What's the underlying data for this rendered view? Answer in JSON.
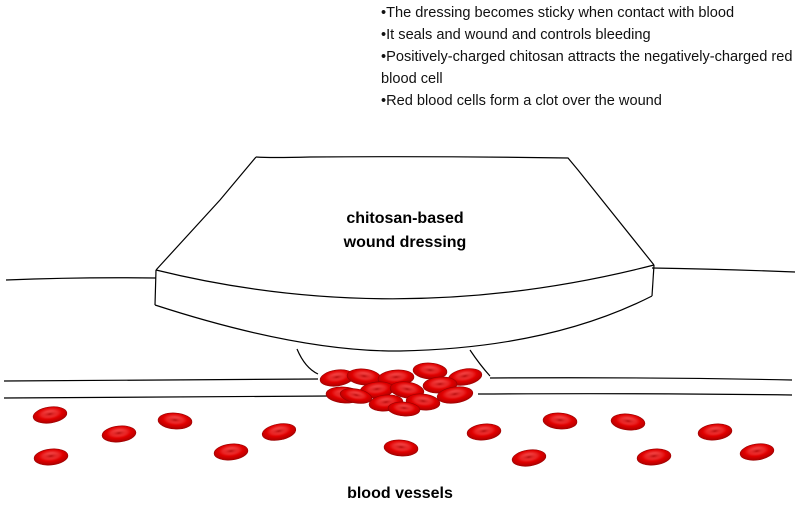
{
  "bullets": [
    "The dressing becomes sticky when contact with blood",
    "It seals and wound and controls bleeding",
    "Positively-charged chitosan attracts the negatively-charged red blood cell",
    "Red blood cells form a clot over the wound"
  ],
  "labels": {
    "dressing_line1": "chitosan-based",
    "dressing_line2": "wound dressing",
    "vessels": "blood vessels"
  },
  "colors": {
    "red_blood_cell": "#e00000",
    "outline": "#000000"
  }
}
